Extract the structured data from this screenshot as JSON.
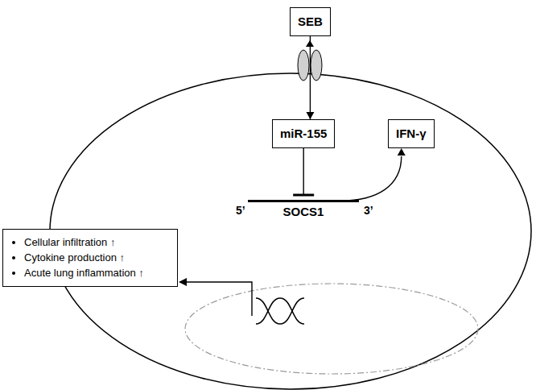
{
  "diagram": {
    "nodes": [
      {
        "text": [
          "SEB"
        ]
      },
      {
        "text": [
          "miR-155"
        ]
      },
      {
        "text": [
          "IFN-γ"
        ]
      },
      {
        "text": [
          "SOCS1"
        ]
      },
      {
        "text": [
          "Cellular infiltration ↑",
          "Cytokine production ↑",
          "Acute lung inflammation ↑"
        ]
      }
    ],
    "edges": [
      {
        "from": 0,
        "to": 1,
        "arrow": "to"
      },
      {
        "from": 1,
        "to": 3,
        "arrow": "to"
      },
      {
        "from": 3,
        "to": 2,
        "arrow": "to"
      }
    ],
    "labels": [
      "5’",
      "3’"
    ]
  }
}
